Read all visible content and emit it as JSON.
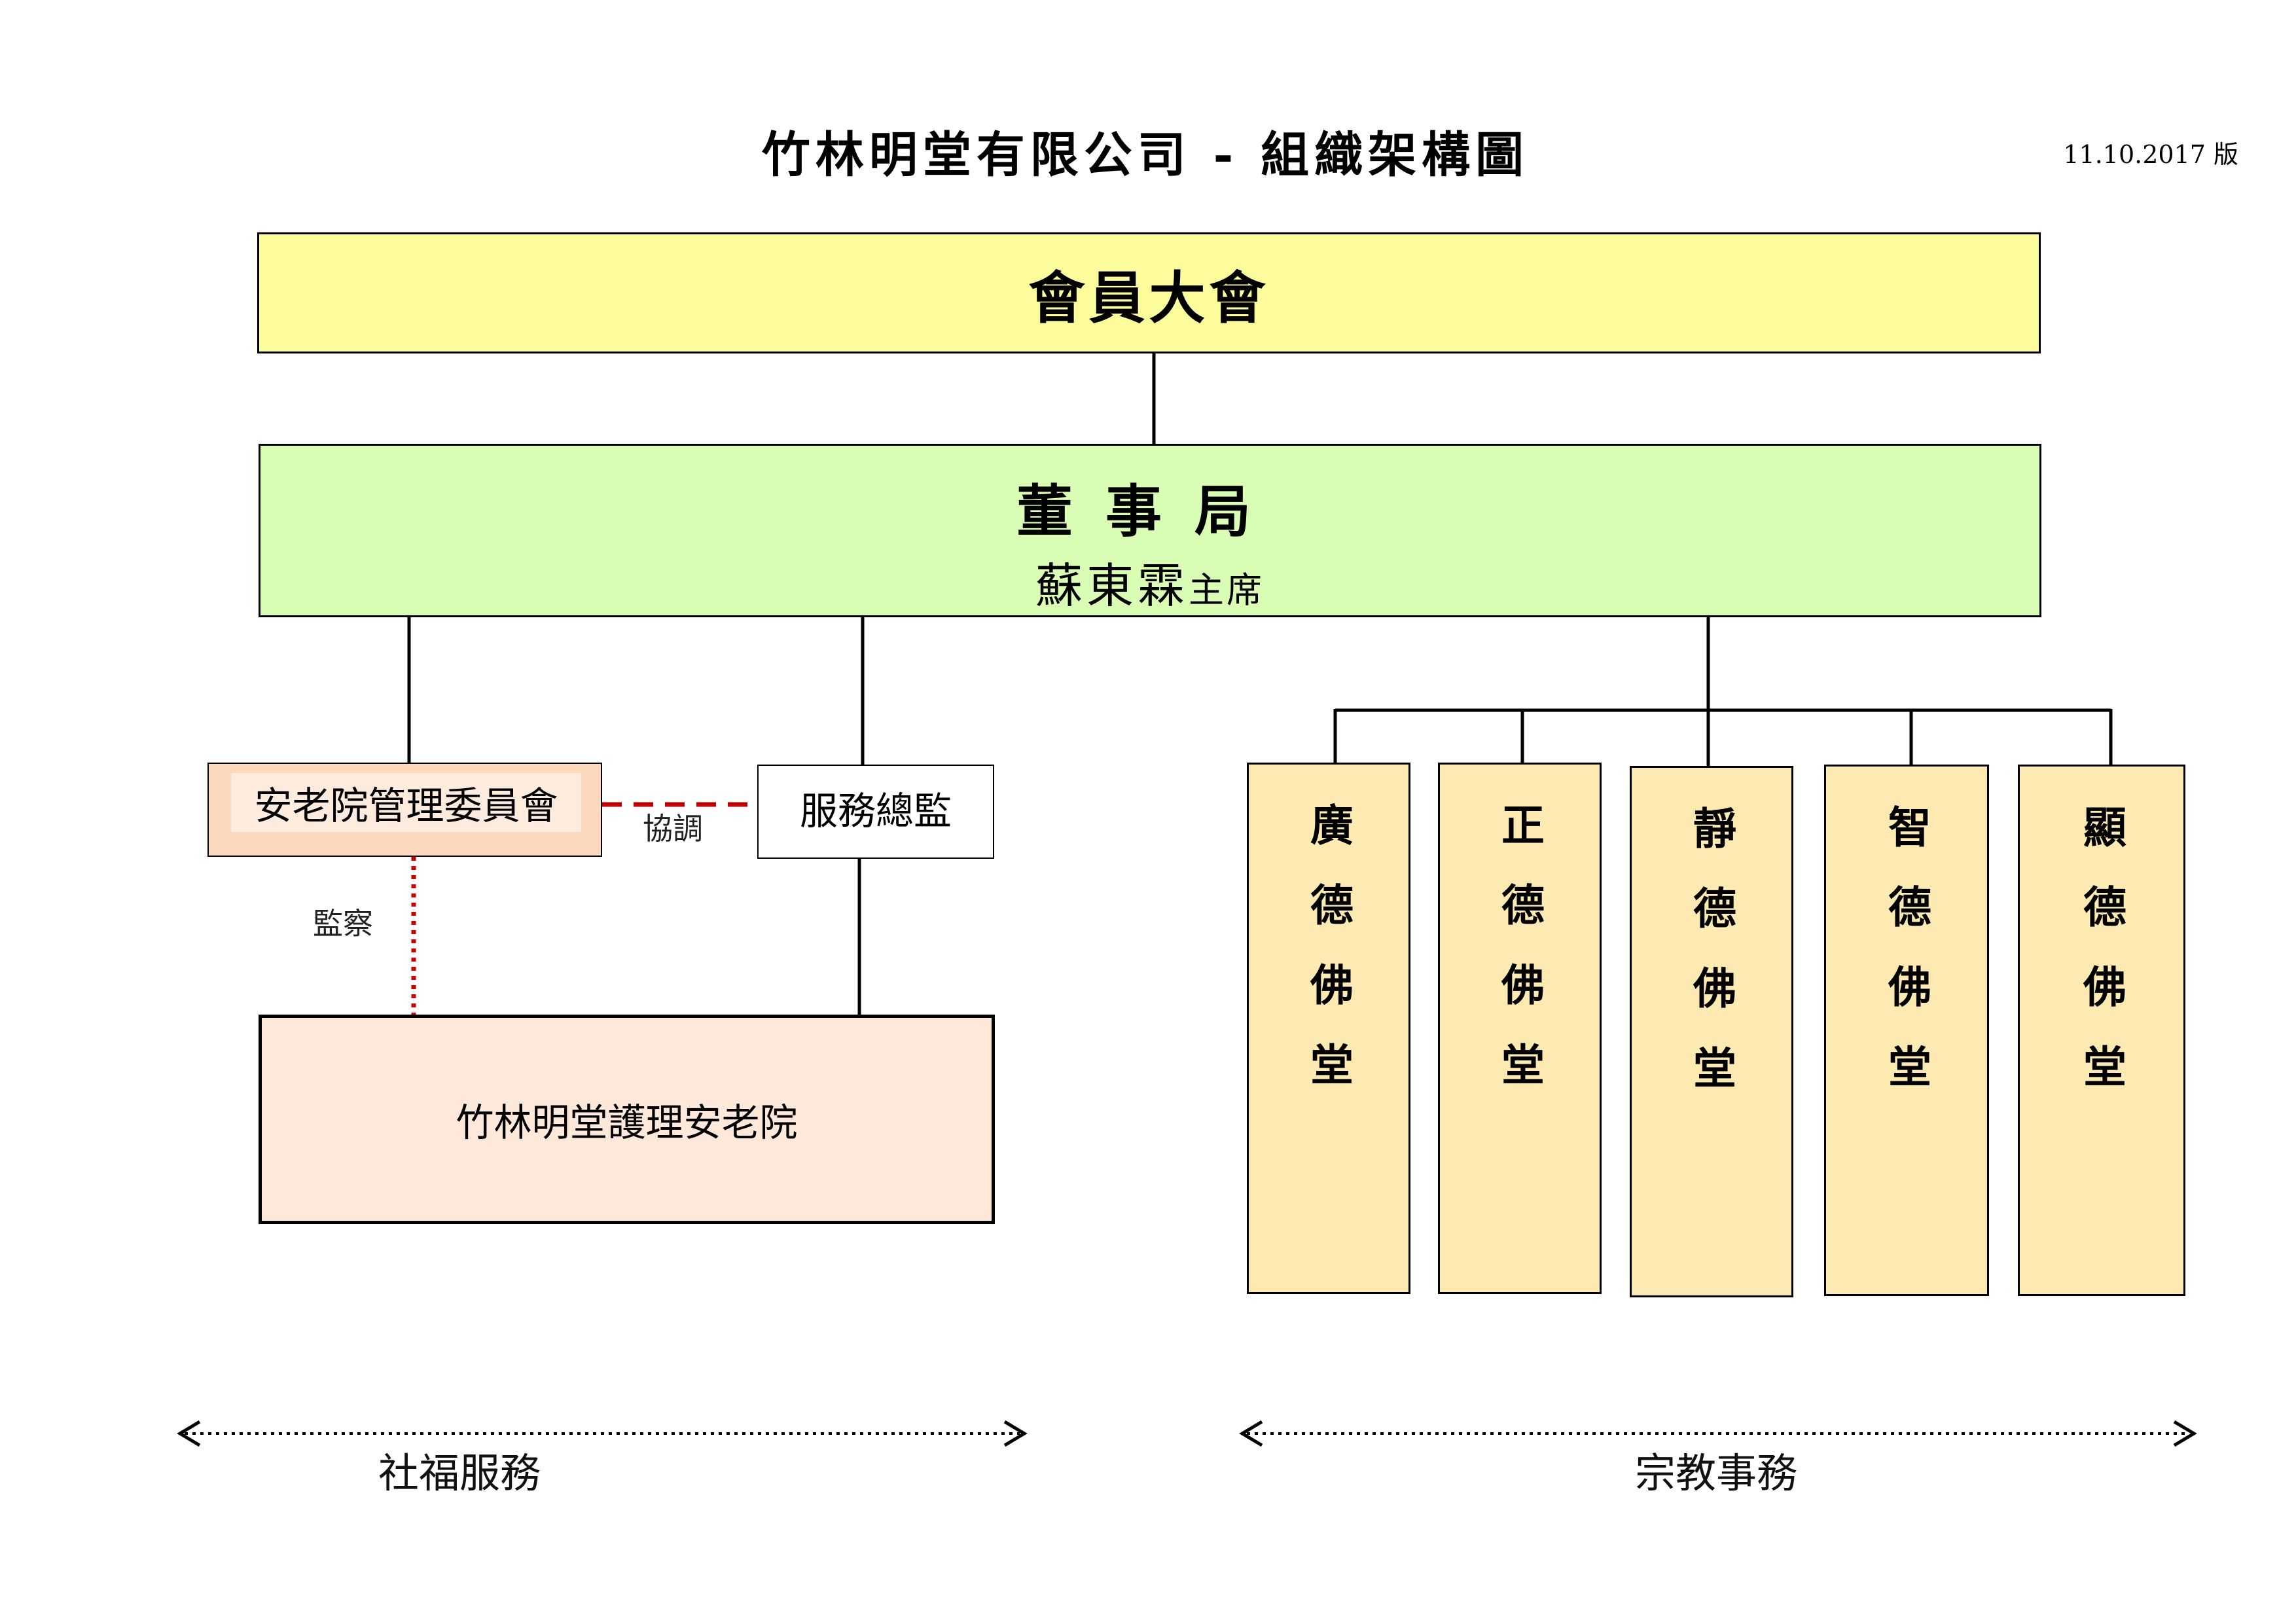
{
  "header": {
    "title": "竹林明堂有限公司 - 組織架構圖",
    "version": "11.10.2017 版"
  },
  "assembly": {
    "label": "會員大會"
  },
  "board": {
    "name": "董事局",
    "chair_name": "蘇東霖",
    "chair_title": "主席"
  },
  "social": {
    "committee": "安老院管理委員會",
    "director": "服務總監",
    "coordinate_label": "協調",
    "supervise_label": "監察",
    "home": "竹林明堂護理安老院",
    "section_label": "社福服務"
  },
  "religion": {
    "temples": [
      {
        "label": "廣德佛堂"
      },
      {
        "label": "正德佛堂"
      },
      {
        "label": "靜德佛堂"
      },
      {
        "label": "智德佛堂"
      },
      {
        "label": "顯德佛堂"
      }
    ],
    "section_label": "宗教事務"
  },
  "colors": {
    "assembly_fill": "#fdfc9d",
    "board_fill": "#dafdb5",
    "committee_fill": "#fcd8bd",
    "home_fill": "#fde8da",
    "temple_fill": "#fdeab2",
    "dashed_line": "#c00000"
  }
}
